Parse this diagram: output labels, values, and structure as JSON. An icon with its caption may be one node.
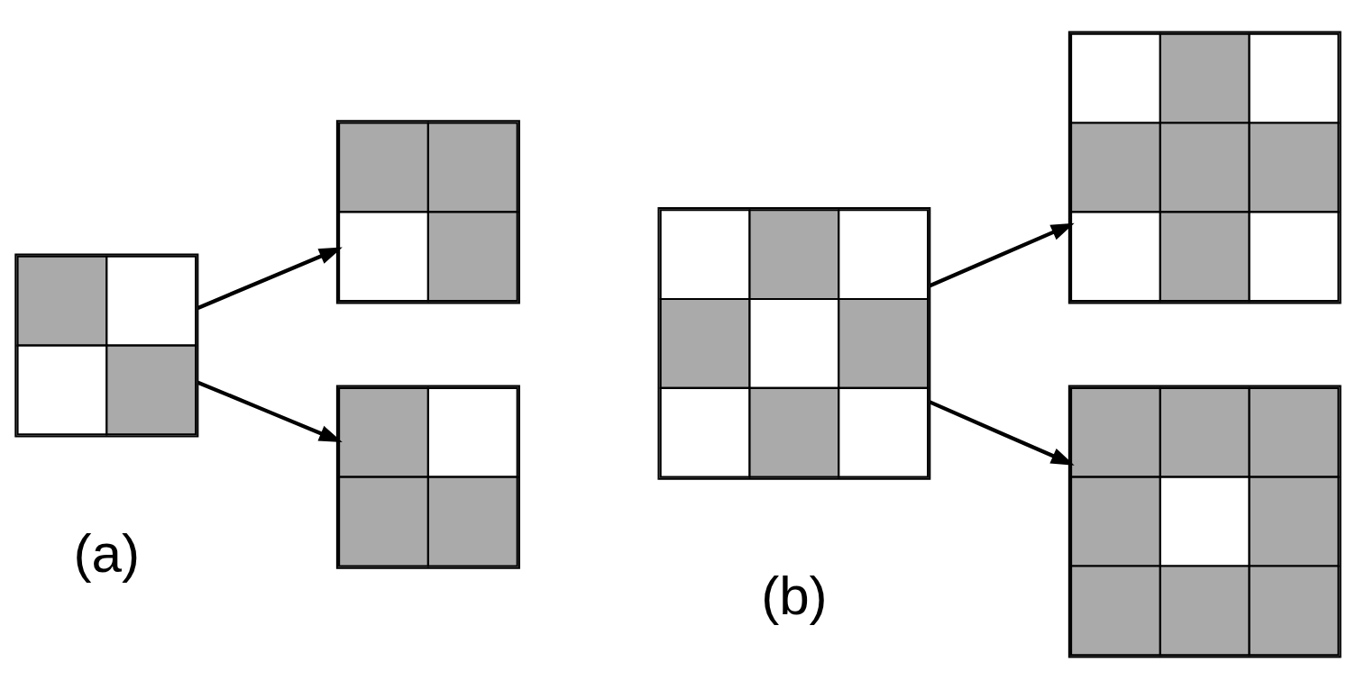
{
  "diagram": {
    "nodes": [
      {
        "text": [],
        "shape": "picture"
      },
      {
        "text": [],
        "shape": "picture"
      },
      {
        "text": [],
        "shape": "picture"
      },
      {
        "text": [],
        "shape": "picture"
      },
      {
        "text": [],
        "shape": "picture"
      },
      {
        "text": [],
        "shape": "picture"
      }
    ],
    "edges": [
      {
        "from": 0,
        "to": 1,
        "arrow": "to"
      },
      {
        "from": 0,
        "to": 2,
        "arrow": "to"
      },
      {
        "from": 3,
        "to": 4,
        "arrow": "to"
      },
      {
        "from": 3,
        "to": 5,
        "arrow": "to"
      }
    ],
    "labels": [
      "(a)",
      "(b)"
    ]
  }
}
